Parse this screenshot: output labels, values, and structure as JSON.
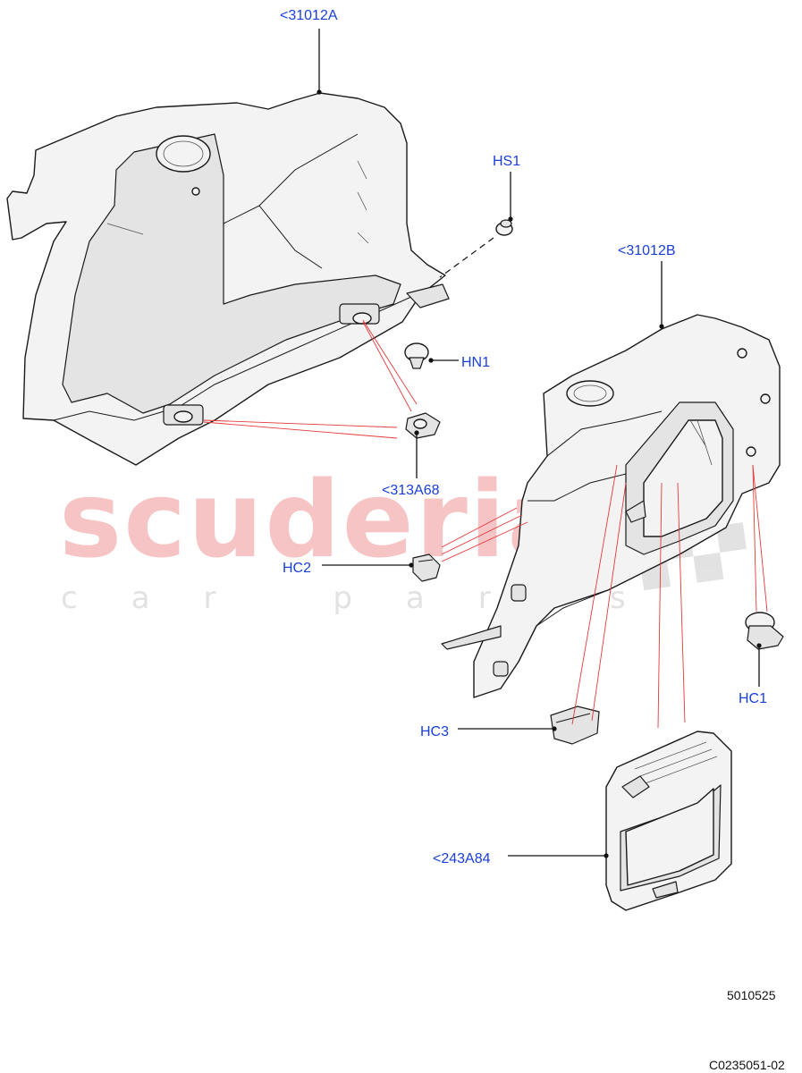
{
  "watermark": {
    "brand": "scuderia",
    "tagline": "car parts"
  },
  "labels": {
    "p31012A": "<31012A",
    "p31012B": "<31012B",
    "hs1": "HS1",
    "hn1": "HN1",
    "p313A68": "<313A68",
    "hc2": "HC2",
    "hc1": "HC1",
    "hc3": "HC3",
    "p243A84": "<243A84"
  },
  "footer": {
    "figure_number": "5010525",
    "catalog_code": "C0235051-02"
  }
}
